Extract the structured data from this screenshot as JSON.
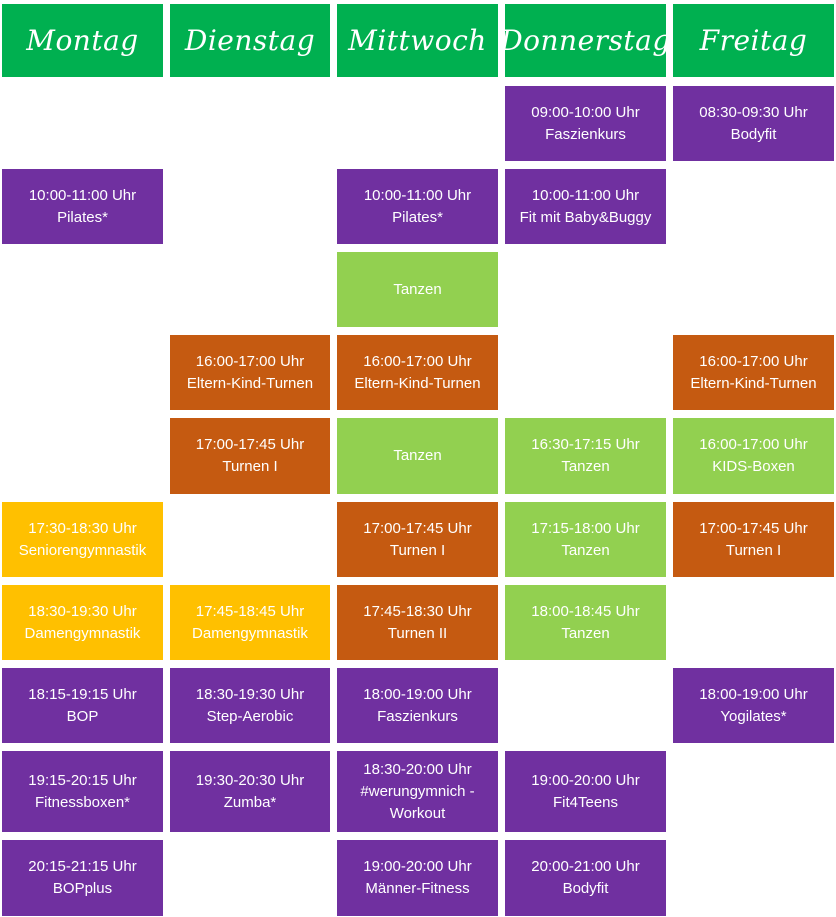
{
  "colors": {
    "header_green": "#00b050",
    "purple": "#7030a0",
    "orange": "#c55a11",
    "light_green": "#92d050",
    "yellow": "#ffc000",
    "text": "#ffffff"
  },
  "days": [
    "Montag",
    "Dienstag",
    "Mittwoch",
    "Donnerstag",
    "Freitag"
  ],
  "classes": {
    "do_0900": {
      "time": "09:00-10:00 Uhr",
      "name": "Faszienkurs"
    },
    "fr_0830": {
      "time": "08:30-09:30 Uhr",
      "name": "Bodyfit"
    },
    "mo_1000": {
      "time": "10:00-11:00 Uhr",
      "name": "Pilates*"
    },
    "mi_1000": {
      "time": "10:00-11:00 Uhr",
      "name": "Pilates*"
    },
    "do_1000": {
      "time": "10:00-11:00 Uhr",
      "name": "Fit mit Baby&Buggy"
    },
    "mi_tanzen1": {
      "name": "Tanzen"
    },
    "di_1600": {
      "time": "16:00-17:00 Uhr",
      "name": "Eltern-Kind-Turnen"
    },
    "mi_1600": {
      "time": "16:00-17:00 Uhr",
      "name": "Eltern-Kind-Turnen"
    },
    "fr_1600": {
      "time": "16:00-17:00 Uhr",
      "name": "Eltern-Kind-Turnen"
    },
    "di_1700": {
      "time": "17:00-17:45 Uhr",
      "name": "Turnen I"
    },
    "mi_tanzen2": {
      "name": "Tanzen"
    },
    "do_1630": {
      "time": "16:30-17:15 Uhr",
      "name": "Tanzen"
    },
    "fr_1600b": {
      "time": "16:00-17:00 Uhr",
      "name": "KIDS-Boxen"
    },
    "mo_1730": {
      "time": "17:30-18:30 Uhr",
      "name": "Seniorengymnastik"
    },
    "mi_1700": {
      "time": "17:00-17:45 Uhr",
      "name": "Turnen I"
    },
    "do_1715": {
      "time": "17:15-18:00 Uhr",
      "name": "Tanzen"
    },
    "fr_1700": {
      "time": "17:00-17:45 Uhr",
      "name": "Turnen I"
    },
    "mo_1830": {
      "time": "18:30-19:30 Uhr",
      "name": "Damengymnastik"
    },
    "di_1745": {
      "time": "17:45-18:45 Uhr",
      "name": "Damengymnastik"
    },
    "mi_1745": {
      "time": "17:45-18:30 Uhr",
      "name": "Turnen II"
    },
    "do_1800": {
      "time": "18:00-18:45 Uhr",
      "name": "Tanzen"
    },
    "mo_1815": {
      "time": "18:15-19:15 Uhr",
      "name": "BOP"
    },
    "di_1830": {
      "time": "18:30-19:30 Uhr",
      "name": "Step-Aerobic"
    },
    "mi_1800": {
      "time": "18:00-19:00 Uhr",
      "name": "Faszienkurs"
    },
    "fr_1800": {
      "time": "18:00-19:00 Uhr",
      "name": "Yogilates*"
    },
    "mo_1915": {
      "time": "19:15-20:15 Uhr",
      "name": "Fitnessboxen*"
    },
    "di_1930": {
      "time": "19:30-20:30 Uhr",
      "name": "Zumba*"
    },
    "mi_1830": {
      "time": "18:30-20:00 Uhr",
      "name": "#werungymnich -",
      "name2": "Workout"
    },
    "do_1900": {
      "time": "19:00-20:00 Uhr",
      "name": "Fit4Teens"
    },
    "mo_2015": {
      "time": "20:15-21:15 Uhr",
      "name": "BOPplus"
    },
    "mi_1900": {
      "time": "19:00-20:00 Uhr",
      "name": "Männer-Fitness"
    },
    "do_2000": {
      "time": "20:00-21:00 Uhr",
      "name": "Bodyfit"
    }
  }
}
